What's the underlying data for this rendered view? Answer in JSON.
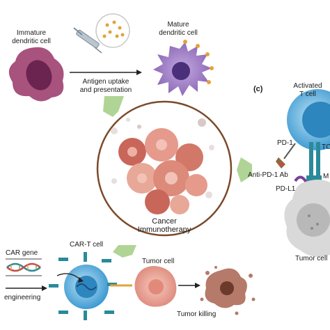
{
  "labels": {
    "immature_dc": [
      "Immature",
      "dendritic cell"
    ],
    "mature_dc": [
      "Mature",
      "dendritic cell"
    ],
    "antigen_step": [
      "Antigen uptake",
      "and presentation"
    ],
    "panel_c": "(c)",
    "activated_t": [
      "Activated",
      "T cell"
    ],
    "pd1": "PD-1",
    "anti_pd1": "Anti-PD-1 Ab",
    "pdl1": "PD-L1",
    "tcr": "TC",
    "mhc": "M",
    "tumor_cell_right": "Tumor cell",
    "center": [
      "Cancer",
      "Immunotherapy"
    ],
    "car_gene": "CAR gene",
    "car_t": "CAR-T cell",
    "engineering": "engineering",
    "tumor_cell_bottom": "Tumor cell",
    "tumor_killing": "Tumor killing"
  },
  "colors": {
    "dc_immature": "#a8527e",
    "dc_mature": "#9b79c1",
    "tcell": "#4aa3d6",
    "tumor": "#e39a8e",
    "receptor": "#2a8a9a",
    "arrow_green": "#a7cf8a",
    "ring": "#7a4a2a"
  }
}
